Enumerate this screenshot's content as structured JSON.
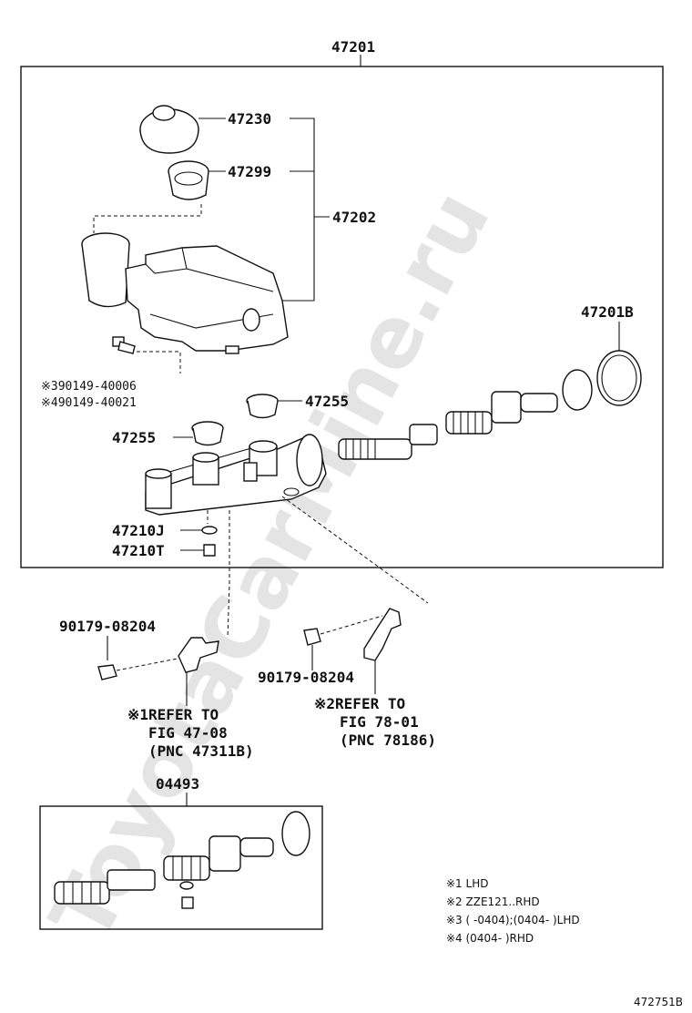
{
  "watermark": "ToyotaCarMine.ru",
  "labels": {
    "assy": "47201",
    "cap": "47230",
    "strainer": "47299",
    "reservoir": "47202",
    "kit_b": "47201B",
    "bolt_a": "※390149-40006",
    "bolt_b": "※490149-40021",
    "grommet_upper": "47255",
    "grommet_lower": "47255",
    "gasket": "47210J",
    "plug": "47210T",
    "clip_left": "90179-08204",
    "clip_right": "90179-08204",
    "kit": "04493",
    "figure_id": "472751B"
  },
  "refs": {
    "left": {
      "line1": "※1REFER TO",
      "line2": "FIG 47-08",
      "line3": "(PNC 47311B)"
    },
    "right": {
      "line1": "※2REFER TO",
      "line2": "FIG 78-01",
      "line3": "(PNC 78186)"
    }
  },
  "notes": [
    "※1 LHD",
    "※2 ZZE121..RHD",
    "※3 (     -0404);(0404-     )LHD",
    "※4 (0404-     )RHD"
  ]
}
